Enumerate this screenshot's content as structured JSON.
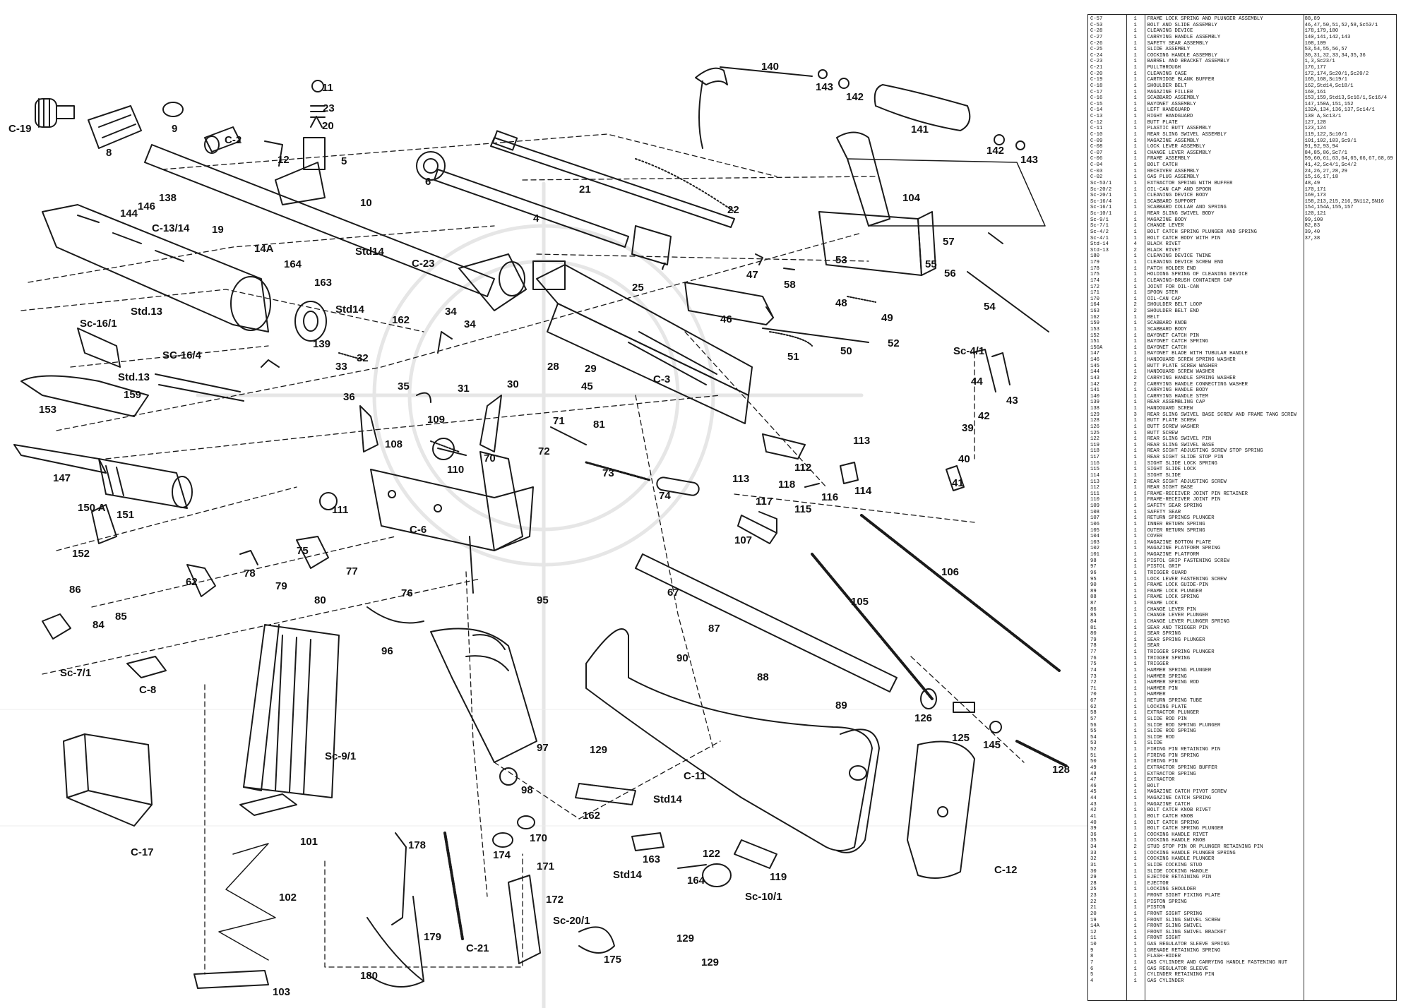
{
  "labels": {
    "c19": "C-19",
    "n9": "9",
    "n8": "8",
    "c2": "C-2",
    "n11": "11",
    "n23": "23",
    "n20": "20",
    "n12": "12",
    "n5": "5",
    "n10": "10",
    "n6": "6",
    "n21": "21",
    "n22": "22",
    "n4": "4",
    "n7": "7",
    "n140": "140",
    "n143a": "143",
    "n142a": "142",
    "n141": "141",
    "n142b": "142",
    "n143b": "143",
    "n104": "104",
    "n57": "57",
    "n53": "53",
    "n55": "55",
    "n56": "56",
    "n54": "54",
    "n144": "144",
    "n146": "146",
    "n138": "138",
    "n19": "19",
    "c1314": "C-13/14",
    "n14a": "14A",
    "n164a": "164",
    "c23": "C-23",
    "std14a": "Std14",
    "n163a": "163",
    "std14b": "Std14",
    "n162a": "162",
    "n25": "25",
    "n47": "47",
    "n58": "58",
    "n48": "48",
    "n46": "46",
    "n49": "49",
    "n51": "51",
    "n50": "50",
    "n52": "52",
    "sc161": "Sc-16/1",
    "std13a": "Std.13",
    "n139": "139",
    "n34a": "34",
    "n34b": "34",
    "sc164": "SC-16/4",
    "std13b": "Std.13",
    "n33": "33",
    "n32": "32",
    "n36": "36",
    "n35": "35",
    "n31": "31",
    "n30": "30",
    "n28": "28",
    "n29": "29",
    "n45": "45",
    "c3": "C-3",
    "sc41": "Sc-4/1",
    "n44": "44",
    "n43": "43",
    "n42": "42",
    "n153": "153",
    "n159": "159",
    "n109": "109",
    "n108": "108",
    "n71": "71",
    "n81": "81",
    "n72": "72",
    "n70": "70",
    "n110": "110",
    "n73": "73",
    "n112": "112",
    "n113a": "113",
    "n113b": "113",
    "n118": "118",
    "n114": "114",
    "n117": "117",
    "n116": "116",
    "n115": "115",
    "n39": "39",
    "n40": "40",
    "n41": "41",
    "n147": "147",
    "n74": "74",
    "n111": "111",
    "n150a": "150 A",
    "n151": "151",
    "c6": "C-6",
    "n152": "152",
    "n107": "107",
    "n62": "62",
    "n78": "78",
    "n75": "75",
    "n77": "77",
    "n79": "79",
    "n80": "80",
    "n76": "76",
    "n95": "95",
    "n67": "67",
    "n106": "106",
    "n105": "105",
    "n86": "86",
    "n84": "84",
    "n85": "85",
    "n96": "96",
    "n87": "87",
    "n90": "90",
    "n88": "88",
    "sc71": "Sc-7/1",
    "c8": "C-8",
    "n89": "89",
    "n126": "126",
    "n125": "125",
    "n145": "145",
    "n128": "128",
    "n97": "97",
    "n129a": "129",
    "sc91": "Sc-9/1",
    "n98": "98",
    "c11": "C-11",
    "c17": "C-17",
    "n101": "101",
    "n162b": "162",
    "std14c": "Std14",
    "n178": "178",
    "n170": "170",
    "n174": "174",
    "n171": "171",
    "n163b": "163",
    "n122": "122",
    "n119": "119",
    "n102": "102",
    "n164b": "164",
    "std14d": "Std14",
    "sc101": "Sc-10/1",
    "c12": "C-12",
    "n172": "172",
    "sc201": "Sc-20/1",
    "n179": "179",
    "c21": "C-21",
    "n175": "175",
    "n129b": "129",
    "n129c": "129",
    "n180": "180",
    "n103": "103"
  },
  "parts_list": [
    [
      "C-57",
      "1",
      "FRAME LOCK SPRING AND PLUNGER ASSEMBLY",
      "88,89"
    ],
    [
      "C-53",
      "1",
      "BOLT AND SLIDE ASSEMBLY",
      "46,47,50,51,52,58,Sc53/1"
    ],
    [
      "C-28",
      "1",
      "CLEANING DEVICE",
      "178,179,180"
    ],
    [
      "C-27",
      "1",
      "CARRYING HANDLE ASSEMBLY",
      "140,141,142,143"
    ],
    [
      "C-26",
      "1",
      "SAFETY SEAR ASSEMBLY",
      "108,109"
    ],
    [
      "C-25",
      "1",
      "SLIDE ASSEMBLY",
      "53,54,55,56,57"
    ],
    [
      "C-24",
      "1",
      "COCKING HANDLE ASSEMBLY",
      "30,31,32,33,34,35,36"
    ],
    [
      "C-23",
      "1",
      "BARREL AND BRACKET ASSEMBLY",
      "1,3,Sc23/1"
    ],
    [
      "C-21",
      "1",
      "PULLTHROUGH",
      "176,177"
    ],
    [
      "C-20",
      "1",
      "CLEANING CASE",
      "172,174,Sc20/1,Sc20/2"
    ],
    [
      "C-19",
      "1",
      "CARTRIDGE BLANK BUFFER",
      "165,168,Sc19/1"
    ],
    [
      "C-18",
      "1",
      "SHOULDER BELT",
      "162,Std14,Sc18/1"
    ],
    [
      "C-17",
      "1",
      "MAGAZINE FILLER",
      "160,161"
    ],
    [
      "C-16",
      "1",
      "SCABBARD ASSEMBLY",
      "153,159,Std13,Sc16/1,Sc16/4"
    ],
    [
      "C-15",
      "1",
      "BAYONET ASSEMBLY",
      "147,150A,151,152"
    ],
    [
      "C-14",
      "1",
      "LEFT HANDGUARD",
      "132A,134,136,137,Sc14/1"
    ],
    [
      "C-13",
      "1",
      "RIGHT HANDGUARD",
      "130 A,Sc13/1"
    ],
    [
      "C-12",
      "1",
      "BUTT PLATE",
      "127,128"
    ],
    [
      "C-11",
      "1",
      "PLASTIC BUTT ASSEMBLY",
      "123,124"
    ],
    [
      "C-10",
      "1",
      "REAR SLING SWIVEL ASSEMBLY",
      "119,122,Sc10/1"
    ],
    [
      "C-09",
      "1",
      "MAGAZINE ASSEMBLY",
      "101,102,103,Sc9/1"
    ],
    [
      "C-08",
      "1",
      "LOCK LEVER ASSEMBLY",
      "91,92,93,94"
    ],
    [
      "C-07",
      "1",
      "CHANGE LEVER ASSEMBLY",
      "84,85,86,Sc7/1"
    ],
    [
      "C-06",
      "1",
      "FRAME ASSEMBLY",
      "59,60,61,63,64,65,66,67,68,69"
    ],
    [
      "C-04",
      "1",
      "BOLT CATCH",
      "41,42,Sc4/1,Sc4/2"
    ],
    [
      "C-03",
      "1",
      "RECEIVER ASSEMBLY",
      "24,26,27,28,29"
    ],
    [
      "C-02",
      "1",
      "GAS PLUG ASSEMBLY",
      "15,16,17,18"
    ],
    [
      "Sc-53/1",
      "1",
      "EXTRACTOR SPRING WITH BUFFER",
      "48,49"
    ],
    [
      "Sc-20/2",
      "1",
      "OIL-CAN CAP AND SPOON",
      "170,171"
    ],
    [
      "Sc-20/1",
      "1",
      "CLEANING DEVICE BODY",
      "169,173"
    ],
    [
      "Sc-16/4",
      "1",
      "SCABBARD SUPPORT",
      "158,213,215,216,SN112,SN16"
    ],
    [
      "Sc-16/1",
      "1",
      "SCABBARD COLLAR AND SPRING",
      "154,154A,155,157"
    ],
    [
      "Sc-10/1",
      "1",
      "REAR SLING SWIVEL BODY",
      "120,121"
    ],
    [
      "Sc-9/1",
      "1",
      "MAGAZINE BODY",
      "99,100"
    ],
    [
      "Sc-7/1",
      "1",
      "CHANGE LEVER",
      "82,83"
    ],
    [
      "Sc-4/2",
      "1",
      "BOLT CATCH SPRING PLUNGER AND SPRING",
      "39,40"
    ],
    [
      "Sc-4/1",
      "1",
      "BOLT CATCH BODY WITH PIN",
      "37,38"
    ],
    [
      "Std-14",
      "4",
      "BLACK RIVET",
      ""
    ],
    [
      "Std-13",
      "2",
      "BLACK RIVET",
      ""
    ],
    [
      "180",
      "1",
      "CLEANING DEVICE TWINE",
      ""
    ],
    [
      "179",
      "1",
      "CLEANING DEVICE SCREW END",
      ""
    ],
    [
      "178",
      "1",
      "PATCH HOLDER END",
      ""
    ],
    [
      "175",
      "1",
      "HOLDING SPRING OF CLEANING DEVICE",
      ""
    ],
    [
      "174",
      "1",
      "CLEANING-BRUSH CONTAINER CAP",
      ""
    ],
    [
      "172",
      "1",
      "JOINT FOR OIL-CAN",
      ""
    ],
    [
      "171",
      "1",
      "SPOON STEM",
      ""
    ],
    [
      "170",
      "1",
      "OIL-CAN CAP",
      ""
    ],
    [
      "164",
      "2",
      "SHOULDER BELT LOOP",
      ""
    ],
    [
      "163",
      "2",
      "SHOULDER BELT END",
      ""
    ],
    [
      "162",
      "1",
      "BELT",
      ""
    ],
    [
      "159",
      "1",
      "SCABBARD KNOB",
      ""
    ],
    [
      "153",
      "1",
      "SCABBARD BODY",
      ""
    ],
    [
      "152",
      "1",
      "BAYONET CATCH PIN",
      ""
    ],
    [
      "151",
      "1",
      "BAYONET CATCH SPRING",
      ""
    ],
    [
      "150A",
      "1",
      "BAYONET CATCH",
      ""
    ],
    [
      "147",
      "1",
      "BAYONET BLADE WITH TUBULAR HANDLE",
      ""
    ],
    [
      "146",
      "1",
      "HANDGUARD SCREW SPRING WASHER",
      ""
    ],
    [
      "145",
      "1",
      "BUTT PLATE SCREW WASHER",
      ""
    ],
    [
      "144",
      "1",
      "HANDGUARD SCREW WASHER",
      ""
    ],
    [
      "143",
      "2",
      "CARRYING HANDLE SPRING WASHER",
      ""
    ],
    [
      "142",
      "2",
      "CARRYING HANDLE CONNECTING WASHER",
      ""
    ],
    [
      "141",
      "1",
      "CARRYING HANDLE BODY",
      ""
    ],
    [
      "140",
      "1",
      "CARRYING HANDLE STEM",
      ""
    ],
    [
      "139",
      "1",
      "REAR ASSEMBLING CAP",
      ""
    ],
    [
      "138",
      "1",
      "HANDGUARD SCREW",
      ""
    ],
    [
      "129",
      "3",
      "REAR SLING SWIVEL BASE SCREW AND FRAME TANG SCREW",
      ""
    ],
    [
      "128",
      "1",
      "BUTT PLATE SCREW",
      ""
    ],
    [
      "126",
      "1",
      "BUTT SCREW WASHER",
      ""
    ],
    [
      "125",
      "1",
      "BUTT SCREW",
      ""
    ],
    [
      "122",
      "1",
      "REAR SLING SWIVEL PIN",
      ""
    ],
    [
      "119",
      "1",
      "REAR SLING SWIVEL BASE",
      ""
    ],
    [
      "118",
      "1",
      "REAR SIGHT ADJUSTING SCREW STOP SPRING",
      ""
    ],
    [
      "117",
      "1",
      "REAR SIGHT SLIDE STOP PIN",
      ""
    ],
    [
      "116",
      "1",
      "SIGHT SLIDE LOCK SPRING",
      ""
    ],
    [
      "115",
      "1",
      "SIGHT SLIDE LOCK",
      ""
    ],
    [
      "114",
      "1",
      "SIGHT SLIDE",
      ""
    ],
    [
      "113",
      "2",
      "REAR SIGHT ADJUSTING SCREW",
      ""
    ],
    [
      "112",
      "1",
      "REAR SIGHT BASE",
      ""
    ],
    [
      "111",
      "1",
      "FRAME-RECEIVER JOINT PIN RETAINER",
      ""
    ],
    [
      "110",
      "1",
      "FRAME-RECEIVER JOINT PIN",
      ""
    ],
    [
      "109",
      "1",
      "SAFETY SEAR SPRING",
      ""
    ],
    [
      "108",
      "1",
      "SAFETY SEAR",
      ""
    ],
    [
      "107",
      "1",
      "RETURN SPRINGS PLUNGER",
      ""
    ],
    [
      "106",
      "1",
      "INNER RETURN SPRING",
      ""
    ],
    [
      "105",
      "1",
      "OUTER RETURN SPRING",
      ""
    ],
    [
      "104",
      "1",
      "COVER",
      ""
    ],
    [
      "103",
      "1",
      "MAGAZINE BOTTON PLATE",
      ""
    ],
    [
      "102",
      "1",
      "MAGAZINE PLATFORM SPRING",
      ""
    ],
    [
      "101",
      "1",
      "MAGAZINE PLATFORM",
      ""
    ],
    [
      "98",
      "1",
      "PISTOL GRIP FASTENING SCREW",
      ""
    ],
    [
      "97",
      "1",
      "PISTOL GRIP",
      ""
    ],
    [
      "96",
      "1",
      "TRIGGER GUARD",
      ""
    ],
    [
      "95",
      "1",
      "LOCK LEVER FASTENING SCREW",
      ""
    ],
    [
      "90",
      "1",
      "FRAME LOCK GUIDE-PIN",
      ""
    ],
    [
      "89",
      "1",
      "FRAME LOCK PLUNGER",
      ""
    ],
    [
      "88",
      "1",
      "FRAME LOCK SPRING",
      ""
    ],
    [
      "87",
      "1",
      "FRAME LOCK",
      ""
    ],
    [
      "86",
      "1",
      "CHANGE LEVER PIN",
      ""
    ],
    [
      "85",
      "1",
      "CHANGE LEVER PLUNGER",
      ""
    ],
    [
      "84",
      "1",
      "CHANGE LEVER PLUNGER SPRING",
      ""
    ],
    [
      "81",
      "1",
      "SEAR AND TRIGGER PIN",
      ""
    ],
    [
      "80",
      "1",
      "SEAR SPRING",
      ""
    ],
    [
      "79",
      "1",
      "SEAR SPRING PLUNGER",
      ""
    ],
    [
      "78",
      "1",
      "SEAR",
      ""
    ],
    [
      "77",
      "1",
      "TRIGGER SPRING PLUNGER",
      ""
    ],
    [
      "76",
      "1",
      "TRIGGER SPRING",
      ""
    ],
    [
      "75",
      "1",
      "TRIGGER",
      ""
    ],
    [
      "74",
      "1",
      "HAMMER SPRING PLUNGER",
      ""
    ],
    [
      "73",
      "1",
      "HAMMER SPRING",
      ""
    ],
    [
      "72",
      "1",
      "HAMMER SPRING ROD",
      ""
    ],
    [
      "71",
      "1",
      "HAMMER PIN",
      ""
    ],
    [
      "70",
      "1",
      "HAMMER",
      ""
    ],
    [
      "67",
      "1",
      "RETURN SPRING TUBE",
      ""
    ],
    [
      "62",
      "1",
      "LOCKING PLATE",
      ""
    ],
    [
      "58",
      "1",
      "EXTRACTOR PLUNGER",
      ""
    ],
    [
      "57",
      "1",
      "SLIDE ROD PIN",
      ""
    ],
    [
      "56",
      "1",
      "SLIDE ROD SPRING PLUNGER",
      ""
    ],
    [
      "55",
      "1",
      "SLIDE ROD SPRING",
      ""
    ],
    [
      "54",
      "1",
      "SLIDE ROD",
      ""
    ],
    [
      "53",
      "1",
      "SLIDE",
      ""
    ],
    [
      "52",
      "1",
      "FIRING PIN RETAINING PIN",
      ""
    ],
    [
      "51",
      "1",
      "FIRING PIN SPRING",
      ""
    ],
    [
      "50",
      "1",
      "FIRING PIN",
      ""
    ],
    [
      "49",
      "1",
      "EXTRACTOR SPRING BUFFER",
      ""
    ],
    [
      "48",
      "1",
      "EXTRACTOR SPRING",
      ""
    ],
    [
      "47",
      "1",
      "EXTRACTOR",
      ""
    ],
    [
      "46",
      "1",
      "BOLT",
      ""
    ],
    [
      "45",
      "1",
      "MAGAZINE CATCH PIVOT SCREW",
      ""
    ],
    [
      "44",
      "1",
      "MAGAZINE CATCH SPRING",
      ""
    ],
    [
      "43",
      "1",
      "MAGAZINE CATCH",
      ""
    ],
    [
      "42",
      "1",
      "BOLT CATCH KNOB RIVET",
      ""
    ],
    [
      "41",
      "1",
      "BOLT CATCH KNOB",
      ""
    ],
    [
      "40",
      "1",
      "BOLT CATCH SPRING",
      ""
    ],
    [
      "39",
      "1",
      "BOLT CATCH SPRING PLUNGER",
      ""
    ],
    [
      "36",
      "1",
      "COCKING HANDLE RIVET",
      ""
    ],
    [
      "35",
      "1",
      "COCKING HANDLE KNOB",
      ""
    ],
    [
      "34",
      "2",
      "STUD STOP PIN OR PLUNGER RETAINING PIN",
      ""
    ],
    [
      "33",
      "1",
      "COCKING HANDLE PLUNGER SPRING",
      ""
    ],
    [
      "32",
      "1",
      "COCKING HANDLE PLUNGER",
      ""
    ],
    [
      "31",
      "1",
      "SLIDE COCKING STUD",
      ""
    ],
    [
      "30",
      "1",
      "SLIDE COCKING HANDLE",
      ""
    ],
    [
      "29",
      "1",
      "EJECTOR RETAINING PIN",
      ""
    ],
    [
      "28",
      "1",
      "EJECTOR",
      ""
    ],
    [
      "25",
      "1",
      "LOCKING SHOULDER",
      ""
    ],
    [
      "23",
      "1",
      "FRONT SIGHT FIXING PLATE",
      ""
    ],
    [
      "22",
      "1",
      "PISTON SPRING",
      ""
    ],
    [
      "21",
      "1",
      "PISTON",
      ""
    ],
    [
      "20",
      "1",
      "FRONT SIGHT SPRING",
      ""
    ],
    [
      "19",
      "1",
      "FRONT SLING SWIVEL SCREW",
      ""
    ],
    [
      "14A",
      "1",
      "FRONT SLING SWIVEL",
      ""
    ],
    [
      "12",
      "1",
      "FRONT SLING SWIVEL BRACKET",
      ""
    ],
    [
      "11",
      "1",
      "FRONT SIGHT",
      ""
    ],
    [
      "10",
      "1",
      "GAS REGULATOR SLEEVE SPRING",
      ""
    ],
    [
      "9",
      "1",
      "GRENADE RETAINING SPRING",
      ""
    ],
    [
      "8",
      "1",
      "FLASH-HIDER",
      ""
    ],
    [
      "7",
      "1",
      "GAS CYLINDER AND CARRYING HANDLE FASTENING NUT",
      ""
    ],
    [
      "6",
      "1",
      "GAS REGULATOR SLEEVE",
      ""
    ],
    [
      "5",
      "1",
      "CYLINDER RETAINING PIN",
      ""
    ],
    [
      "4",
      "1",
      "GAS CYLINDER",
      ""
    ]
  ]
}
